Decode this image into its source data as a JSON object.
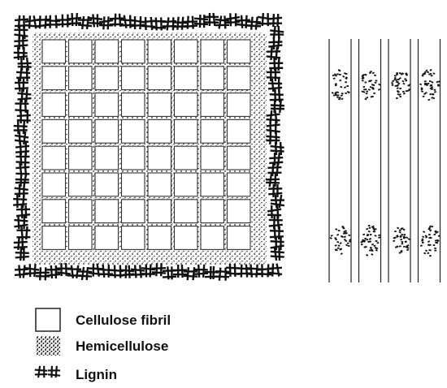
{
  "legend": {
    "items": [
      {
        "symbol": "square",
        "label": "Cellulose fibril"
      },
      {
        "symbol": "dots",
        "label": "Hemicellulose"
      },
      {
        "symbol": "cross-hatch",
        "label": "Lignin"
      }
    ]
  },
  "cross_section": {
    "grid_rows": 8,
    "grid_cols": 8
  },
  "longitudinal_view": {
    "fibril_count": 4,
    "hemicellulose_patch_rows": 2
  }
}
